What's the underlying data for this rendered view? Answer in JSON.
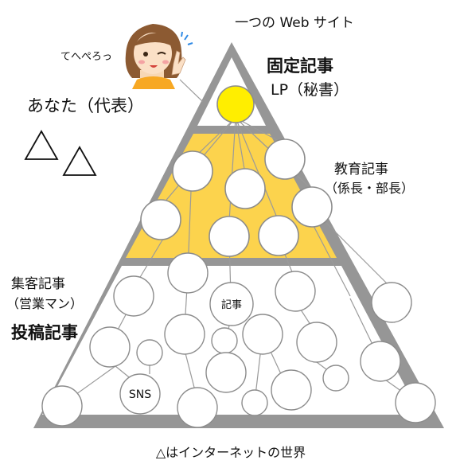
{
  "title": "一つの Web サイト",
  "footer": "△はインターネットの世界",
  "persona": {
    "label": "あなた（代表）",
    "speech": "てへぺろっ"
  },
  "tiers": {
    "top": {
      "title": "固定記事",
      "subtitle": "LP（秘書）",
      "fill": "#ffee00"
    },
    "middle": {
      "title": "教育記事",
      "subtitle": "（係長・部長）",
      "fill": "#fcd34d"
    },
    "bottom": {
      "title": "集客記事",
      "subtitle": "（営業マン）",
      "emphasis": "投稿記事",
      "fill": "#ffffff"
    }
  },
  "bubble_labels": {
    "article": "記事",
    "sns": "SNS"
  },
  "colors": {
    "frame": "#969696",
    "link": "#9a9a9a",
    "bubble_stroke": "#8c8c8c"
  }
}
